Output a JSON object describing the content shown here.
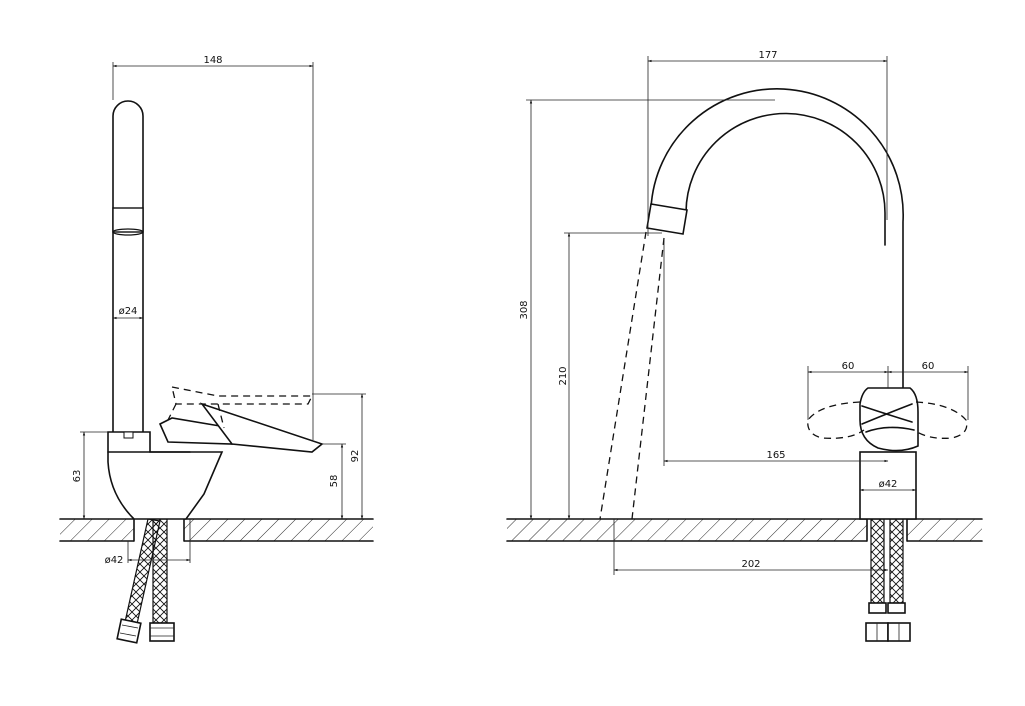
{
  "side_view": {
    "dim_width": "148",
    "dim_pipe_dia": "ø24",
    "dim_body_height": "63",
    "dim_lever_low": "58",
    "dim_lever_high": "92",
    "dim_base_dia": "ø42"
  },
  "front_view": {
    "dim_spout_reach_top": "177",
    "dim_total_height": "308",
    "dim_outlet_height": "210",
    "dim_spout_reach": "165",
    "dim_lever_left": "60",
    "dim_lever_right": "60",
    "dim_base_dia": "ø42",
    "dim_swing_reach": "202"
  }
}
